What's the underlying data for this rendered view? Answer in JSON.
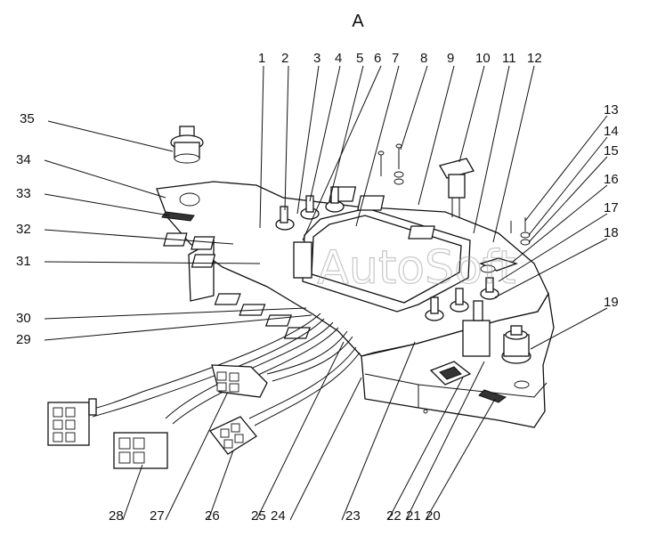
{
  "view_label": "А",
  "watermark": "AutoSoft",
  "callouts": [
    "1",
    "2",
    "3",
    "4",
    "5",
    "6",
    "7",
    "8",
    "9",
    "10",
    "11",
    "12",
    "13",
    "14",
    "15",
    "16",
    "17",
    "18",
    "19",
    "20",
    "21",
    "22",
    "23",
    "24",
    "25",
    "26",
    "27",
    "28",
    "29",
    "30",
    "31",
    "32",
    "33",
    "34",
    "35"
  ]
}
